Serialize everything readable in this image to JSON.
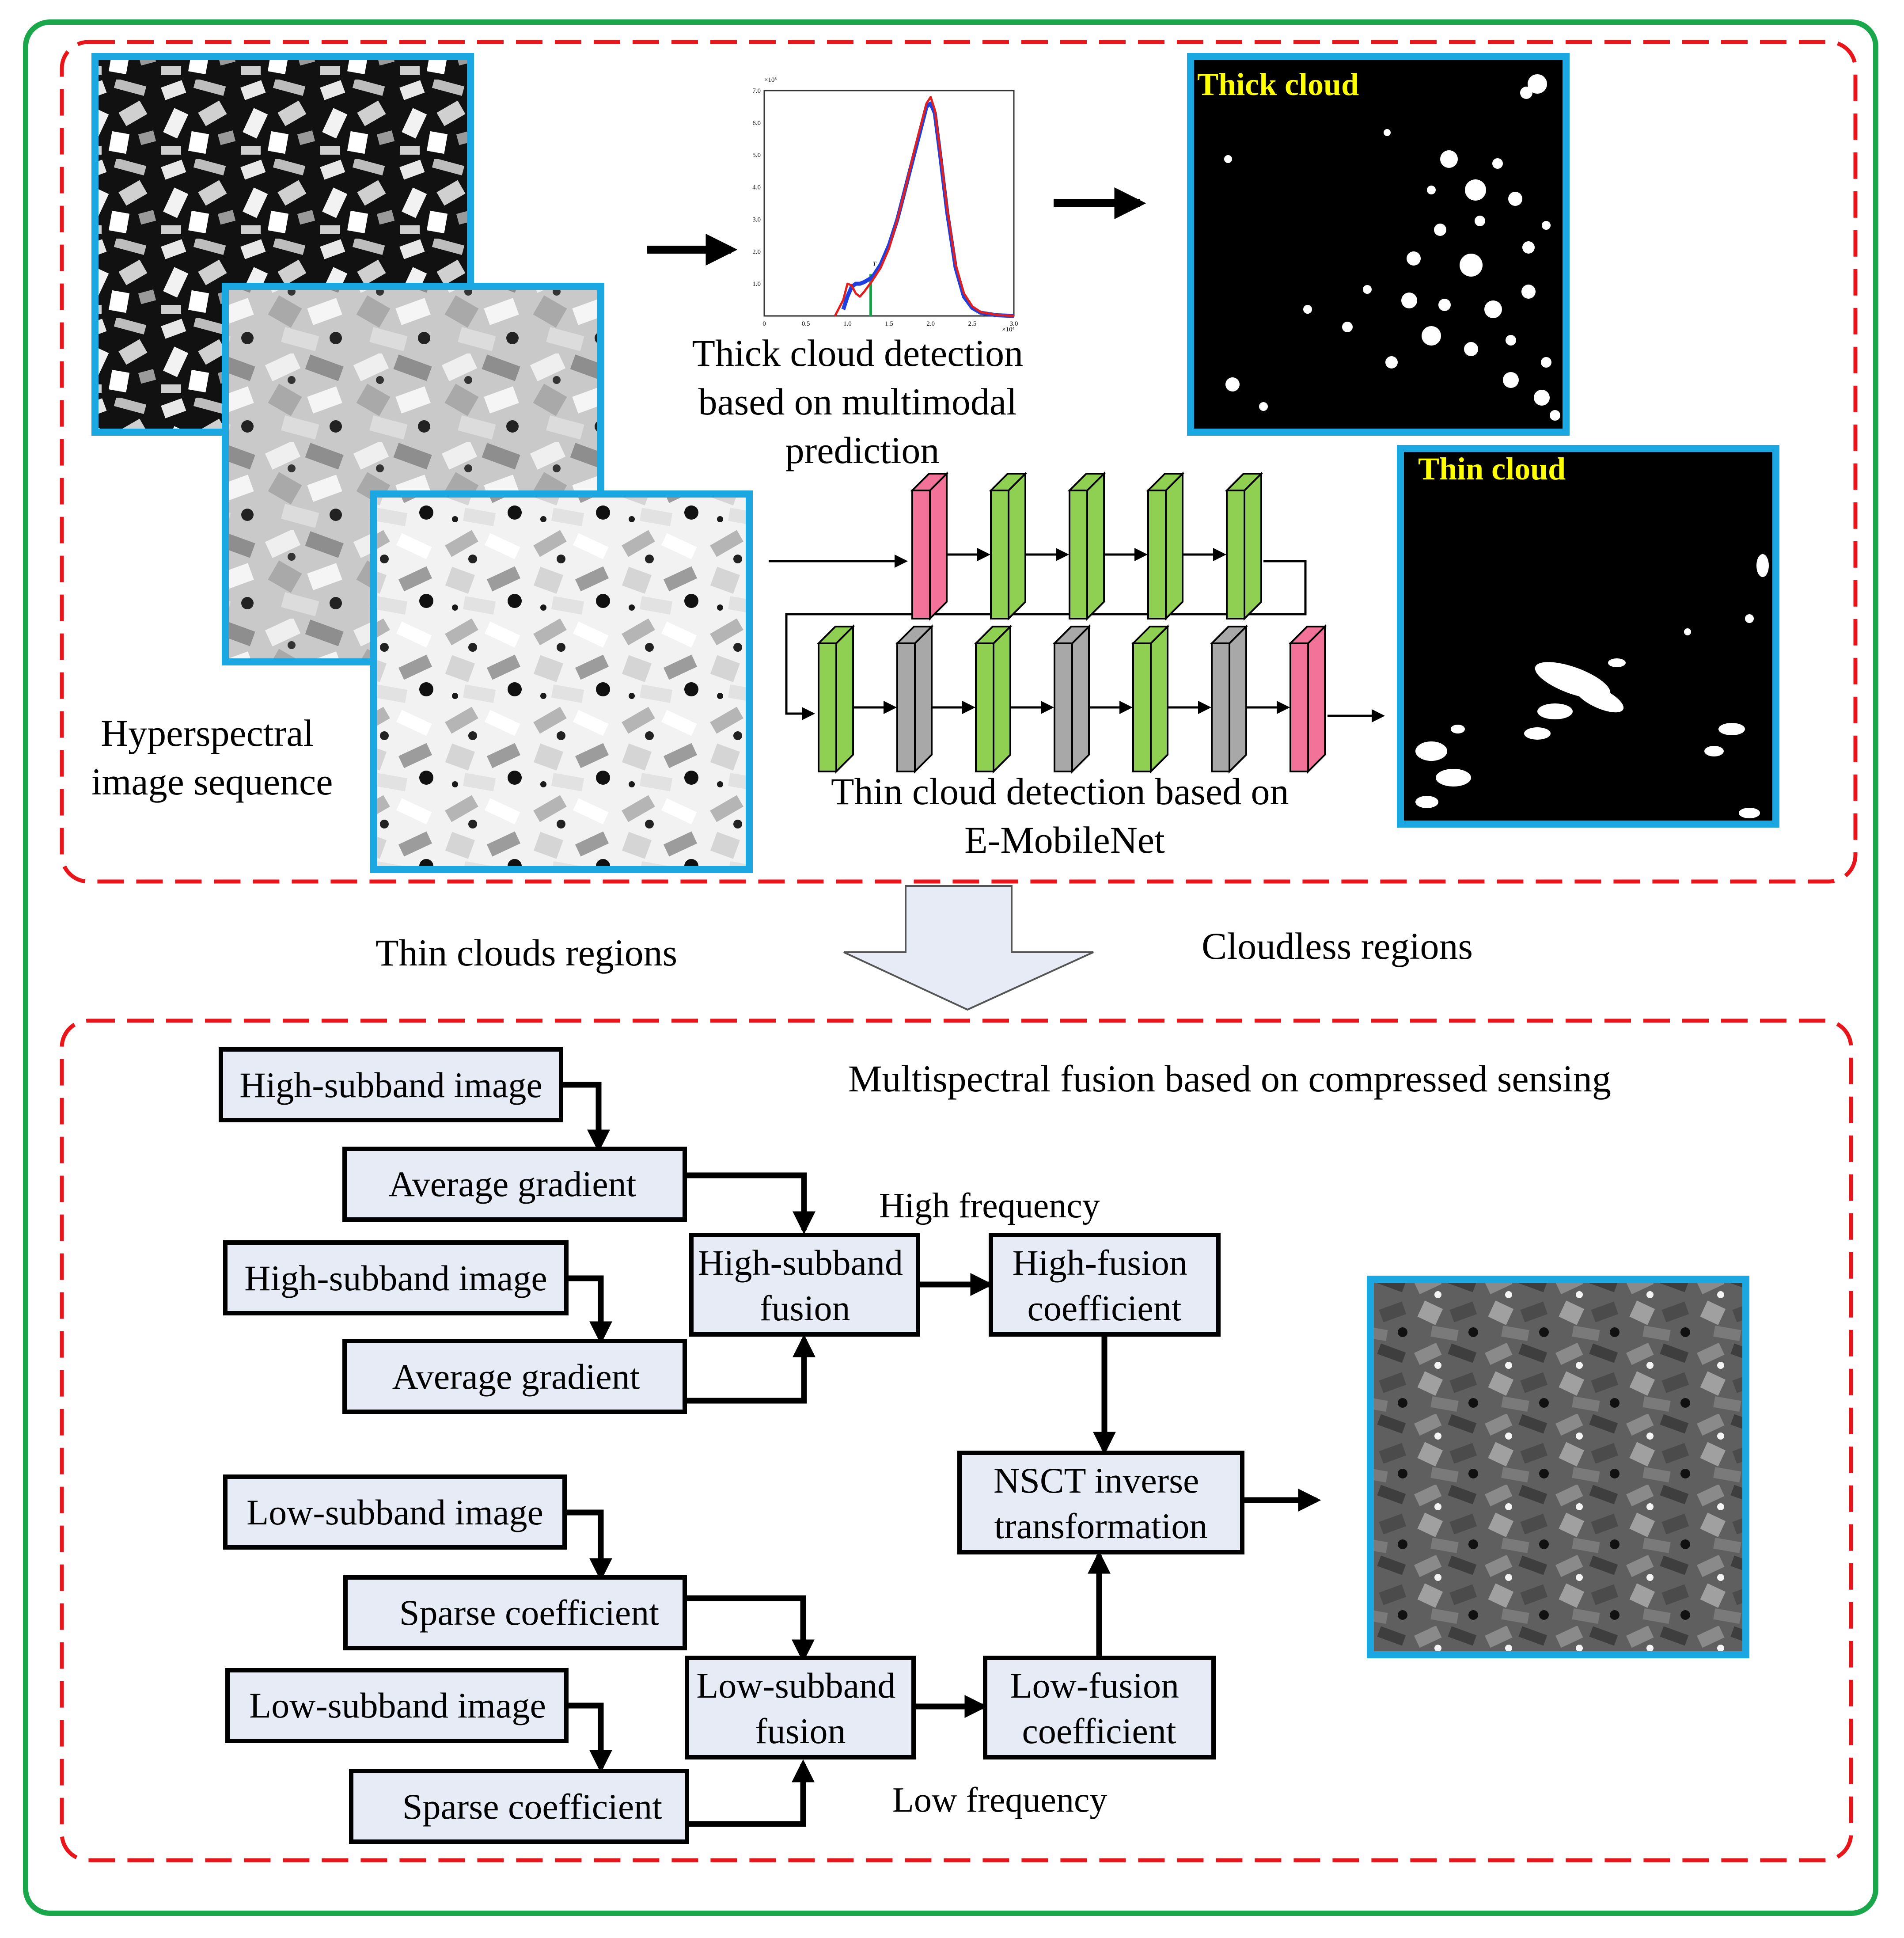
{
  "colors": {
    "outer_border": "#1aa64a",
    "section_border": "#e8161b",
    "image_frame": "#1ba7e1",
    "box_fill": "#e6ebf5",
    "layer_pink": "#f2729a",
    "layer_green": "#8fcf52",
    "layer_gray": "#a8a8a8",
    "big_arrow_fill": "#e6ebf5",
    "highlight_text": "#ffff00"
  },
  "top_section": {
    "input_label": [
      "Hyperspectral",
      "image sequence"
    ],
    "thick_cloud_caption": [
      "Thick cloud detection",
      "based on multimodal",
      "prediction"
    ],
    "thin_cloud_caption": [
      "Thin cloud detection based on",
      "E-MobileNet"
    ],
    "thick_cloud_image_label": "Thick cloud",
    "thin_cloud_image_label": "Thin cloud",
    "network_layers": {
      "row1": [
        "pink",
        "green",
        "green",
        "green",
        "green"
      ],
      "row2": [
        "green",
        "gray",
        "green",
        "gray",
        "green",
        "gray",
        "pink"
      ]
    }
  },
  "middle": {
    "left_label": "Thin clouds regions",
    "right_label": "Cloudless regions"
  },
  "bottom_section": {
    "title": "Multispectral fusion based on compressed sensing",
    "high_frequency_label": "High frequency",
    "low_frequency_label": "Low frequency",
    "boxes": {
      "high_subband_image_1": "High-subband image",
      "average_gradient_1": "Average gradient",
      "high_subband_image_2": "High-subband image",
      "average_gradient_2": "Average gradient",
      "high_subband_fusion": [
        "High-subband",
        "fusion"
      ],
      "high_fusion_coefficient": [
        "High-fusion",
        "coefficient"
      ],
      "nsct_inverse": [
        "NSCT inverse",
        "transformation"
      ],
      "low_subband_image_1": "Low-subband image",
      "sparse_coefficient_1": "Sparse coefficient",
      "low_subband_image_2": "Low-subband image",
      "sparse_coefficient_2": "Sparse coefficient",
      "low_subband_fusion": [
        "Low-subband",
        "fusion"
      ],
      "low_fusion_coefficient": [
        "Low-fusion",
        "coefficient"
      ]
    }
  },
  "chart_data": {
    "type": "line",
    "x_multiplier_label": "×10⁴",
    "y_multiplier_label": "×10³",
    "xlim": [
      0,
      3.0
    ],
    "ylim": [
      0,
      7.0
    ],
    "x_ticks": [
      "0",
      "0.5",
      "1.0",
      "1.5",
      "2.0",
      "2.5",
      "3.0"
    ],
    "y_ticks": [
      "1.0",
      "2.0",
      "3.0",
      "4.0",
      "5.0",
      "6.0",
      "7.0"
    ],
    "threshold_label": "T",
    "threshold_x": 1.28,
    "series": [
      {
        "color": "#1f3fe0",
        "x": [
          0.95,
          1.0,
          1.05,
          1.1,
          1.15,
          1.2,
          1.3,
          1.4,
          1.5,
          1.6,
          1.7,
          1.8,
          1.9,
          1.95,
          2.0,
          2.05,
          2.1,
          2.2,
          2.3,
          2.4,
          2.5,
          2.6,
          2.8,
          3.0
        ],
        "y": [
          0.2,
          0.6,
          0.9,
          1.0,
          1.0,
          1.05,
          1.2,
          1.6,
          2.2,
          3.0,
          4.0,
          5.0,
          6.0,
          6.5,
          6.6,
          6.3,
          5.3,
          3.2,
          1.5,
          0.6,
          0.25,
          0.1,
          0.02,
          0.0
        ]
      },
      {
        "color": "#e0201e",
        "x": [
          0.85,
          0.95,
          1.0,
          1.05,
          1.1,
          1.15,
          1.2,
          1.3,
          1.4,
          1.5,
          1.6,
          1.7,
          1.8,
          1.9,
          1.95,
          2.0,
          2.05,
          2.1,
          2.2,
          2.3,
          2.4,
          2.5,
          2.6,
          2.8,
          3.0
        ],
        "y": [
          0.0,
          0.5,
          1.0,
          0.95,
          0.7,
          0.6,
          0.75,
          1.1,
          1.5,
          2.1,
          3.0,
          4.0,
          5.1,
          6.1,
          6.6,
          6.8,
          6.4,
          5.4,
          3.3,
          1.6,
          0.7,
          0.3,
          0.12,
          0.03,
          0.0
        ]
      }
    ]
  }
}
